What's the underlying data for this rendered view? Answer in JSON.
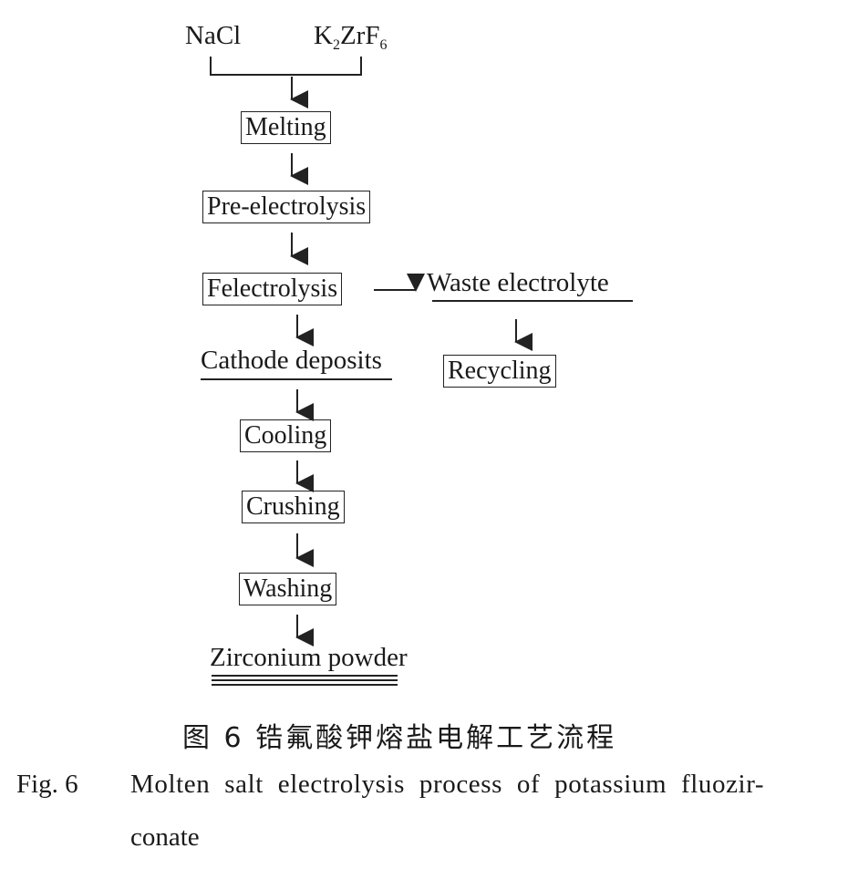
{
  "inputs": {
    "nacl": "NaCl",
    "k_base": "K",
    "k_sub1": "2",
    "k_mid": "ZrF",
    "k_sub2": "6"
  },
  "steps": {
    "melting": "Melting",
    "pre_electrolysis": "Pre-electrolysis",
    "felectrolysis": "Felectrolysis",
    "waste": "Waste electrolyte",
    "recycling": "Recycling",
    "cathode": "Cathode deposits",
    "cooling": "Cooling",
    "crushing": "Crushing",
    "washing": "Washing",
    "product": "Zirconium powder"
  },
  "caption": {
    "cn": "图 6    锆氟酸钾熔盐电解工艺流程",
    "en_label": "Fig. 6",
    "en_line1": "Molten salt electrolysis process of potassium fluozir-",
    "en_line2": "conate"
  }
}
